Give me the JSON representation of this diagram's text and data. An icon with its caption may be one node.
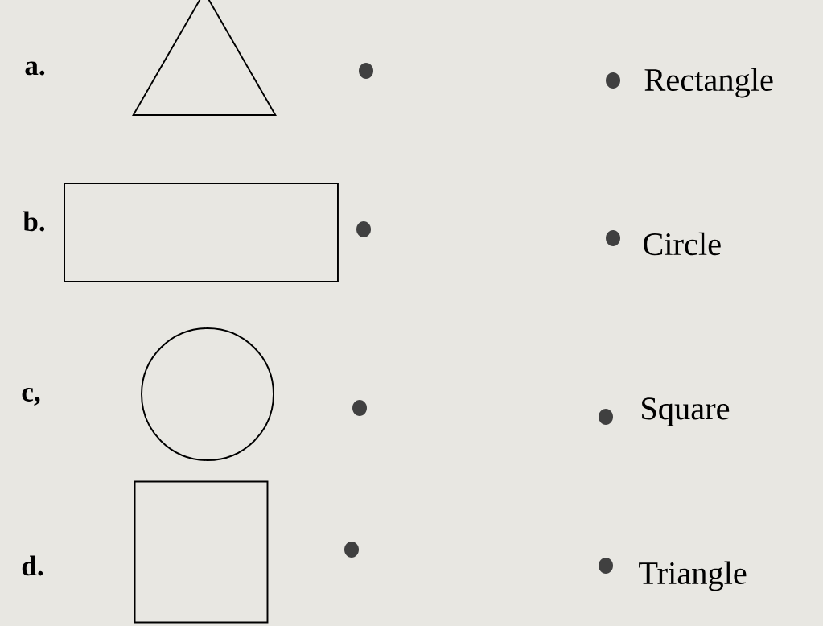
{
  "diagram": {
    "nodes": [
      {
        "text": [],
        "shape": "triangle"
      },
      {
        "text": [],
        "shape": "box"
      },
      {
        "text": [],
        "shape": "circle"
      },
      {
        "text": [],
        "shape": "box"
      }
    ],
    "labels": [
      "a.",
      "Rectangle",
      "b.",
      "Circle",
      "c,",
      "Square",
      "d.",
      "Triangle"
    ]
  }
}
